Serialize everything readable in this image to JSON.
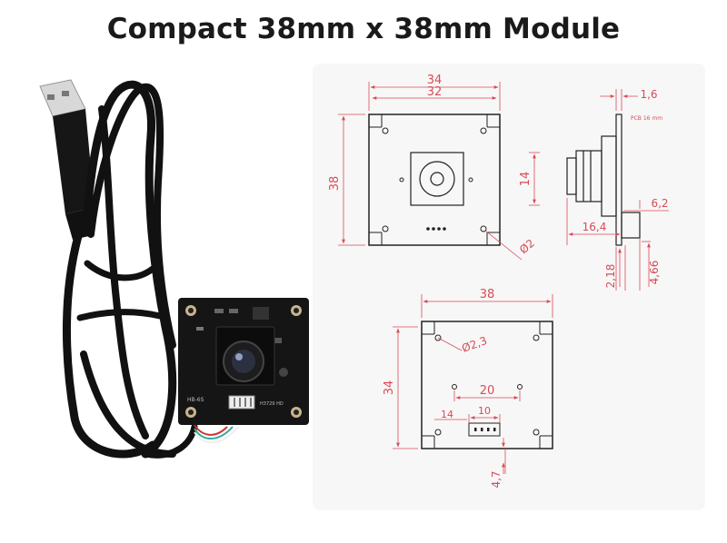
{
  "title": "Compact 38mm x 38mm Module",
  "colors": {
    "dimension_red": "#d94b57",
    "outline_dark": "#222222",
    "panel_bg": "#f7f7f7",
    "pcb_black": "#151515",
    "cable_black": "#111111"
  },
  "front_view": {
    "dim_top_outer": "34",
    "dim_top_inner": "32",
    "dim_left": "38",
    "dim_lens": "14",
    "dim_hole": "Ø2"
  },
  "side_view": {
    "dim_thickness": "1,6",
    "pcb_label": "PCB 16 mm",
    "dim_offset_a": "16,4",
    "dim_offset_b": "6,2",
    "dim_bottom_a": "2,18",
    "dim_bottom_b": "4,66"
  },
  "back_view": {
    "dim_top": "38",
    "dim_left": "34",
    "dim_hole": "Ø2,3",
    "dim_holes_spacing": "20",
    "dim_connector_offset": "14",
    "dim_connector_width": "10",
    "dim_connector_bottom": "4,7"
  },
  "photo": {
    "silkscreen_left": "HB-6S",
    "silkscreen_right": "H3729 HD"
  }
}
